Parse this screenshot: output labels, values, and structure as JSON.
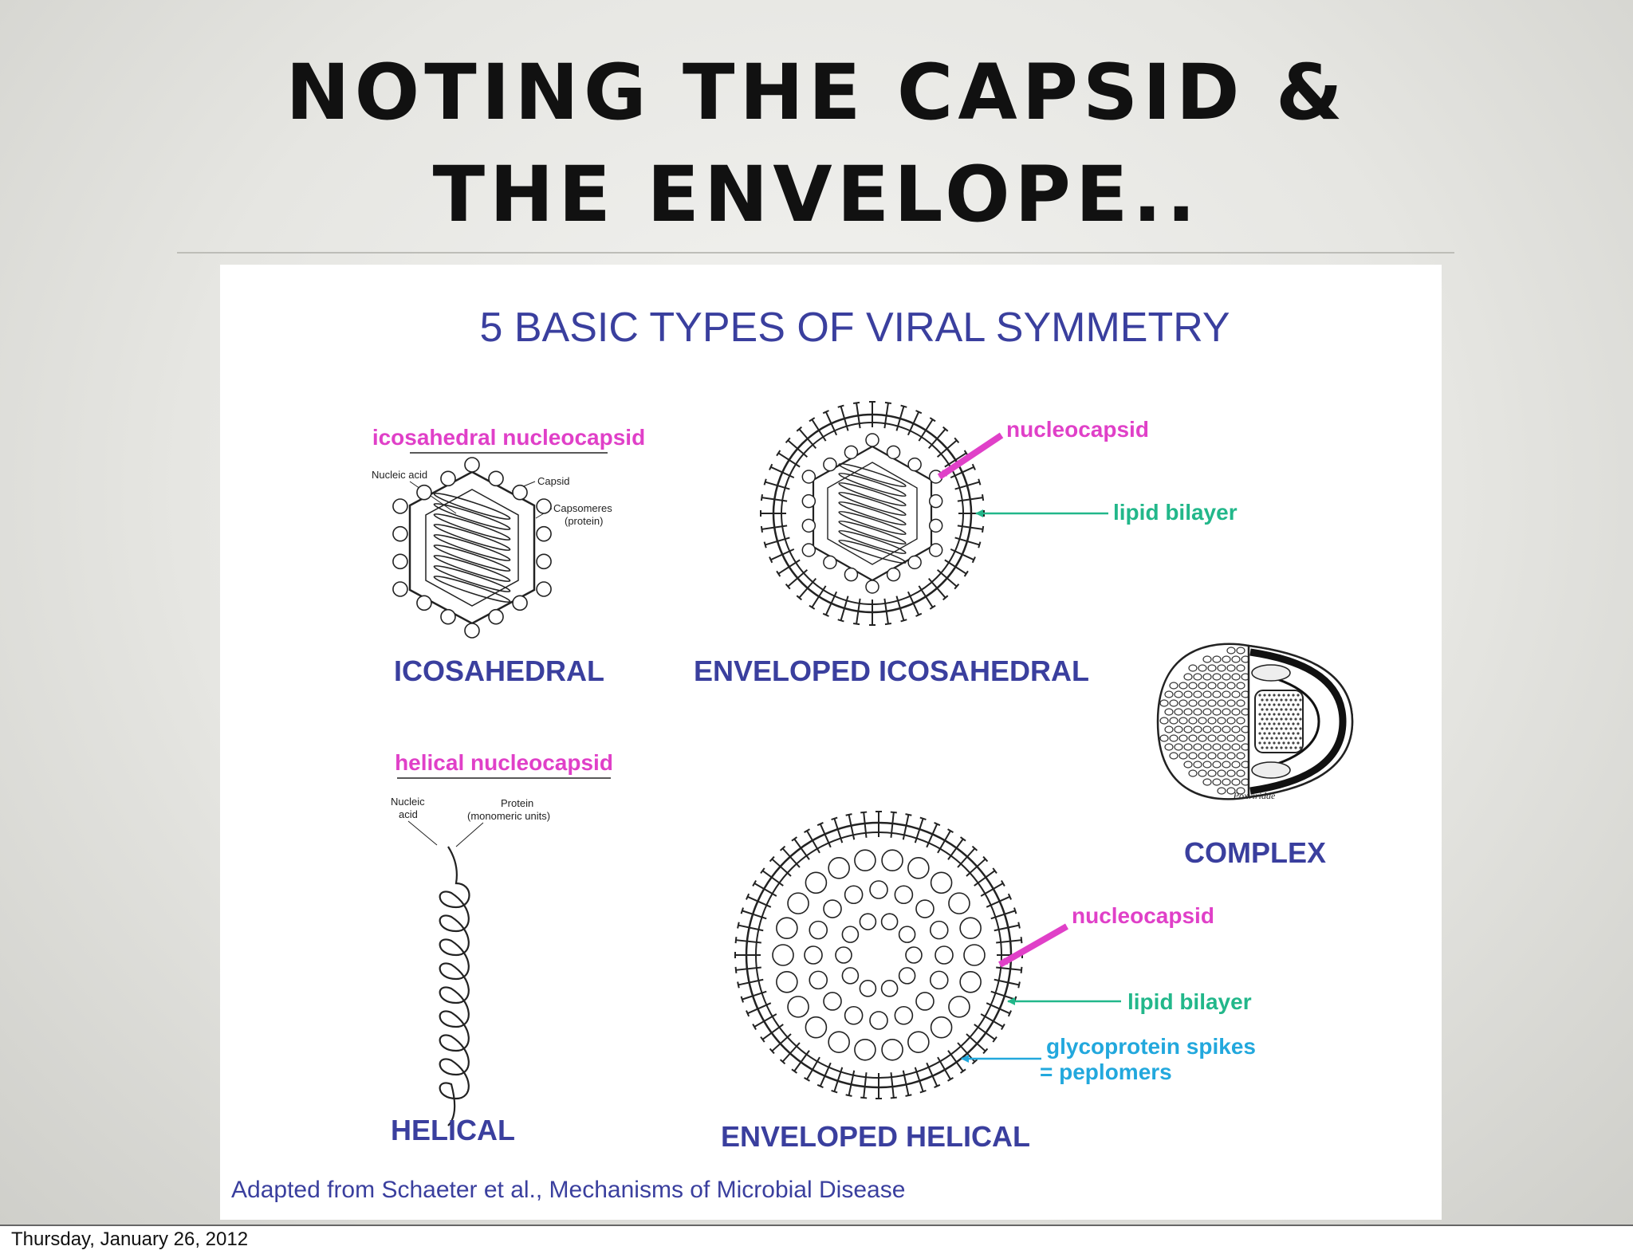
{
  "slide": {
    "title_line1": "NOTING THE CAPSID &",
    "title_line2": "THE ENVELOPE..",
    "footer_date": "Thursday, January 26, 2012"
  },
  "figure": {
    "title": "5 BASIC TYPES OF VIRAL SYMMETRY",
    "credit": "Adapted from Schaeter et al., Mechanisms of Microbial Disease",
    "icosahedral": {
      "heading": "icosahedral nucleocapsid",
      "nucleic_acid": "Nucleic acid",
      "capsid": "Capsid",
      "capsomeres_1": "Capsomeres",
      "capsomeres_2": "(protein)",
      "type_label": "ICOSAHEDRAL"
    },
    "enveloped_icosahedral": {
      "nucleocapsid": "nucleocapsid",
      "lipid_bilayer": "lipid bilayer",
      "type_label": "ENVELOPED ICOSAHEDRAL"
    },
    "complex": {
      "caption": "Poxviridae",
      "type_label": "COMPLEX"
    },
    "helical": {
      "heading": "helical nucleocapsid",
      "nucleic_1": "Nucleic",
      "nucleic_2": "acid",
      "protein_1": "Protein",
      "protein_2": "(monomeric units)",
      "type_label": "HELICAL"
    },
    "enveloped_helical": {
      "nucleocapsid": "nucleocapsid",
      "lipid_bilayer": "lipid bilayer",
      "spikes_1": "glycoprotein spikes",
      "spikes_2": "= peplomers",
      "type_label": "ENVELOPED HELICAL"
    },
    "colors": {
      "title_blue": "#3a3f9e",
      "label_pink": "#e040c8",
      "label_green": "#22b78a",
      "label_cyan": "#22a8dd"
    }
  }
}
